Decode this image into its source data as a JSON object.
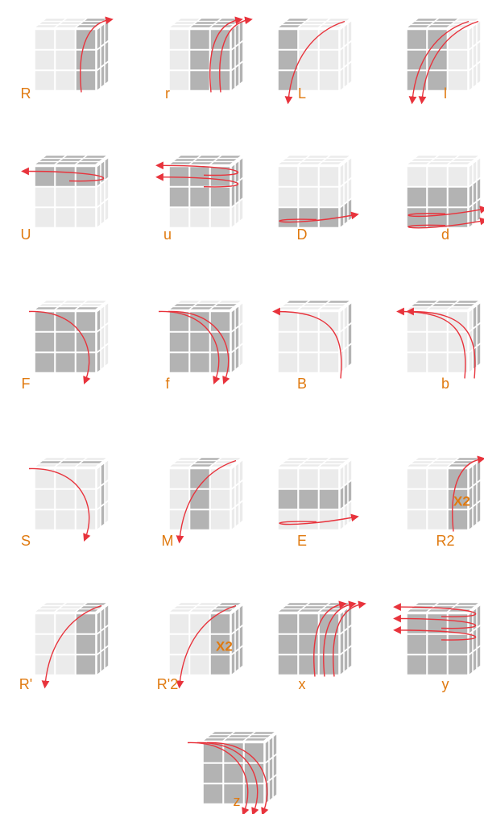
{
  "colors": {
    "light": "#ebebeb",
    "dark": "#b3b3b3",
    "arrow": "#e8333c",
    "label": "#e07a10"
  },
  "moves": [
    {
      "label": "R",
      "icon": "cube-icon-R",
      "hl": {
        "R": 3
      },
      "arrows": [
        "arrow-up"
      ]
    },
    {
      "label": "r",
      "icon": "cube-icon-r",
      "hl": {
        "R": 3,
        "M": 2
      },
      "arrows": [
        "arrow-up",
        "arrow-up"
      ]
    },
    {
      "label": "L",
      "icon": "cube-icon-L",
      "hl": {
        "L": 1
      },
      "arrows": [
        "arrow-down"
      ]
    },
    {
      "label": "l",
      "icon": "cube-icon-l",
      "hl": {
        "L": 1,
        "M": 2
      },
      "arrows": [
        "arrow-down",
        "arrow-down"
      ]
    },
    {
      "label": "U",
      "icon": "cube-icon-U",
      "hl": {
        "U": 1
      },
      "arrows": [
        "arrow-left"
      ]
    },
    {
      "label": "u",
      "icon": "cube-icon-u",
      "hl": {
        "U": 1,
        "E": 2
      },
      "arrows": [
        "arrow-left",
        "arrow-left"
      ]
    },
    {
      "label": "D",
      "icon": "cube-icon-D",
      "hl": {
        "D": 3
      },
      "arrows": [
        "arrow-right"
      ]
    },
    {
      "label": "d",
      "icon": "cube-icon-d",
      "hl": {
        "D": 3,
        "E": 2
      },
      "arrows": [
        "arrow-right",
        "arrow-right"
      ]
    },
    {
      "label": "F",
      "icon": "cube-icon-F",
      "hl": {
        "F": 1
      },
      "arrows": [
        "arrow-clockwise"
      ]
    },
    {
      "label": "f",
      "icon": "cube-icon-f",
      "hl": {
        "F": 1,
        "S": 2
      },
      "arrows": [
        "arrow-clockwise",
        "arrow-clockwise"
      ]
    },
    {
      "label": "B",
      "icon": "cube-icon-B",
      "hl": {
        "B": 3
      },
      "arrows": [
        "arrow-counterclockwise"
      ]
    },
    {
      "label": "b",
      "icon": "cube-icon-b",
      "hl": {
        "B": 3,
        "S": 2
      },
      "arrows": [
        "arrow-counterclockwise",
        "arrow-counterclockwise"
      ]
    },
    {
      "label": "S",
      "icon": "cube-icon-S",
      "hl": {
        "S": 2
      },
      "arrows": [
        "arrow-clockwise"
      ]
    },
    {
      "label": "M",
      "icon": "cube-icon-M",
      "hl": {
        "M": 2
      },
      "arrows": [
        "arrow-down"
      ]
    },
    {
      "label": "E",
      "icon": "cube-icon-E",
      "hl": {
        "E": 2
      },
      "arrows": [
        "arrow-right"
      ]
    },
    {
      "label": "R2",
      "icon": "cube-icon-R2",
      "hl": {
        "R": 3
      },
      "arrows": [
        "arrow-up"
      ],
      "badge": "X2"
    },
    {
      "label": "R'",
      "icon": "cube-icon-Rp",
      "hl": {
        "R": 3
      },
      "arrows": [
        "arrow-down"
      ]
    },
    {
      "label": "R'2",
      "icon": "cube-icon-Rp2",
      "hl": {
        "R": 3
      },
      "arrows": [
        "arrow-down"
      ],
      "badge": "X2"
    },
    {
      "label": "x",
      "icon": "cube-icon-x",
      "hl": {
        "R": 3,
        "M": 2,
        "L": 1
      },
      "arrows": [
        "arrow-up",
        "arrow-up",
        "arrow-up"
      ]
    },
    {
      "label": "y",
      "icon": "cube-icon-y",
      "hl": {
        "U": 1,
        "E": 2,
        "D": 3
      },
      "arrows": [
        "arrow-left",
        "arrow-left",
        "arrow-left"
      ]
    },
    {
      "label": "z",
      "icon": "cube-icon-z",
      "hl": {
        "F": 1,
        "S": 2,
        "B": 3
      },
      "arrows": [
        "arrow-clockwise",
        "arrow-clockwise",
        "arrow-clockwise"
      ]
    }
  ]
}
